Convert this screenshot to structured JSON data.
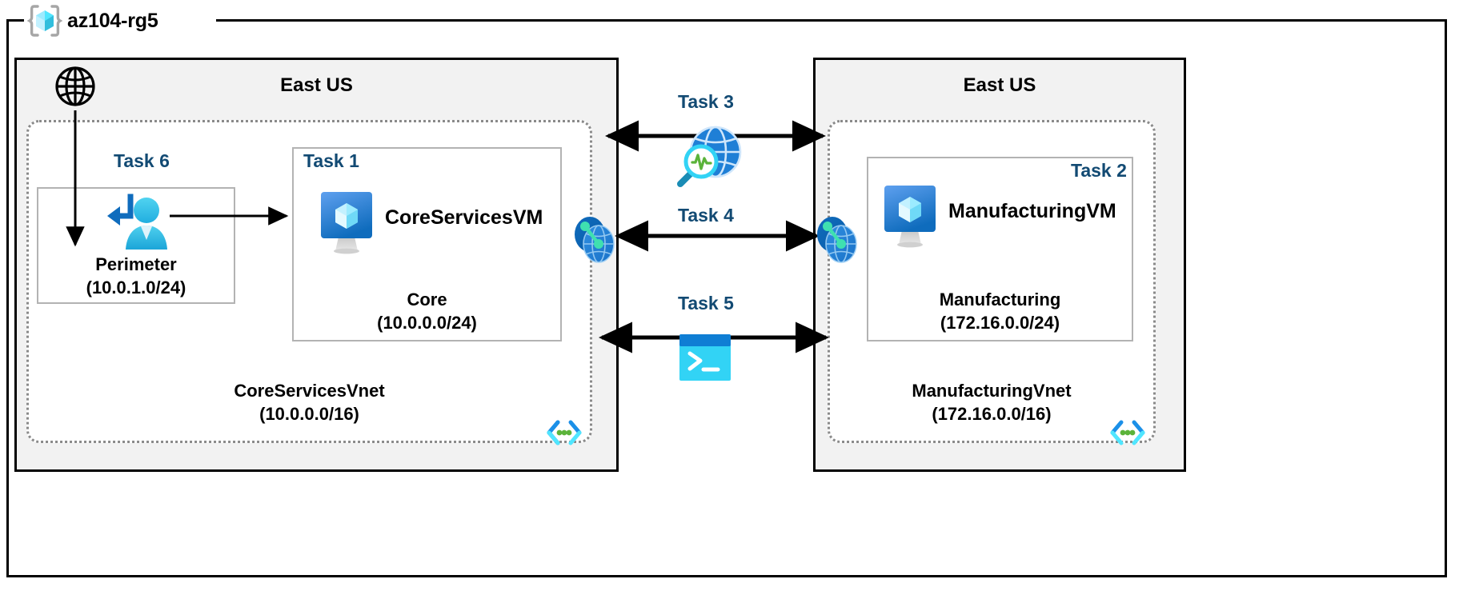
{
  "diagram": {
    "resource_group": {
      "name": "az104-rg5",
      "icon": "azure-resource-group-cube-icon"
    },
    "regions": [
      {
        "id": "left",
        "title": "East US"
      },
      {
        "id": "right",
        "title": "East US"
      }
    ],
    "vnets": [
      {
        "id": "coreservices",
        "name": "CoreServicesVnet",
        "cidr": "(10.0.0.0/16)",
        "corner_icon": "subnet-brackets-icon"
      },
      {
        "id": "manufacturing",
        "name": "ManufacturingVnet",
        "cidr": "(172.16.0.0/16)",
        "corner_icon": "subnet-brackets-icon"
      }
    ],
    "subnets": [
      {
        "id": "perimeter",
        "task": "Task 6",
        "name": "Perimeter",
        "cidr": "(10.0.1.0/24)",
        "icon": "user-login-arrow-icon"
      },
      {
        "id": "core",
        "task": "Task 1",
        "name": "Core",
        "cidr": "(10.0.0.0/24)",
        "vm_name": "CoreServicesVM",
        "icon": "virtual-machine-icon"
      },
      {
        "id": "manufacturing",
        "task": "Task 2",
        "name": "Manufacturing",
        "cidr": "(172.16.0.0/24)",
        "vm_name": "ManufacturingVM",
        "icon": "virtual-machine-icon"
      }
    ],
    "public_internet": {
      "icon": "globe-outline-icon"
    },
    "middle_tasks": [
      {
        "id": "task3",
        "label": "Task 3",
        "icon": "network-watcher-globe-magnifier-icon"
      },
      {
        "id": "task4",
        "label": "Task 4",
        "icon": "vnet-peering-icon"
      },
      {
        "id": "task5",
        "label": "Task 5",
        "icon": "cloud-shell-terminal-icon"
      }
    ],
    "peering_icons": [
      {
        "id": "peer-left",
        "icon": "vnet-peering-icon"
      },
      {
        "id": "peer-right",
        "icon": "vnet-peering-icon"
      }
    ],
    "colors": {
      "task_label": "#124a73",
      "region_fill": "#f2f2f2",
      "region_border": "#000000",
      "vnet_border": "#8a8a8a",
      "subnet_border": "#b3b3b3",
      "azure_blue": "#0078d4",
      "azure_cyan": "#32bedd",
      "azure_light_cyan": "#9cebff",
      "accent_green": "#5bb33a",
      "connector": "#000000"
    }
  }
}
